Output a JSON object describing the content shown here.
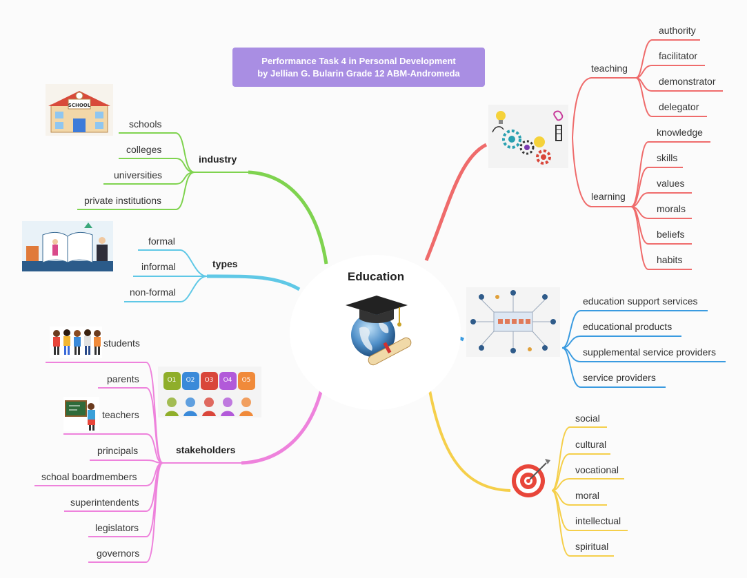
{
  "title": {
    "line1": "Performance Task 4 in Personal Development",
    "line2": "by Jellian G. Bularin Grade 12 ABM-Andromeda"
  },
  "center": {
    "label": "Education",
    "icon": "graduation-globe-icon"
  },
  "colors": {
    "industry": "#7fd34f",
    "types": "#5fc8e6",
    "stakeholders": "#ee82dc",
    "teaching_learning": "#ef6b6b",
    "services": "#3a9be0",
    "aims": "#f5cf4a",
    "title_bg": "#a98ee3"
  },
  "industry": {
    "label": "industry",
    "items": [
      "schools",
      "colleges",
      "universities",
      "private institutions"
    ],
    "image": "school-building-icon",
    "image_text": "SCHOOL"
  },
  "types": {
    "label": "types",
    "items": [
      "formal",
      "informal",
      "non-formal"
    ],
    "image": "open-book-students-icon"
  },
  "stakeholders": {
    "label": "stakeholders",
    "items": [
      "students",
      "parents",
      "teachers",
      "principals",
      "schoal boardmembers",
      "superintendents",
      "legislators",
      "governors"
    ],
    "images": [
      "kids-group-icon",
      "teacher-blackboard-icon",
      "five-steps-people-icon"
    ],
    "steps": [
      "O1",
      "O2",
      "O3",
      "O4",
      "O5"
    ]
  },
  "teaching": {
    "label": "teaching",
    "items": [
      "authority",
      "facilitator",
      "demonstrator",
      "delegator"
    ]
  },
  "learning": {
    "label": "learning",
    "items": [
      "knowledge",
      "skills",
      "values",
      "morals",
      "beliefs",
      "habits"
    ]
  },
  "services": {
    "items": [
      "education support services",
      "educational products",
      "supplemental service providers",
      "service providers"
    ],
    "image": "network-diagram-icon"
  },
  "aims": {
    "items": [
      "social",
      "cultural",
      "vocational",
      "moral",
      "intellectual",
      "spiritual"
    ],
    "image": "target-dartboard-icon"
  },
  "teaching_image": "gears-lightbulb-brain-icon"
}
